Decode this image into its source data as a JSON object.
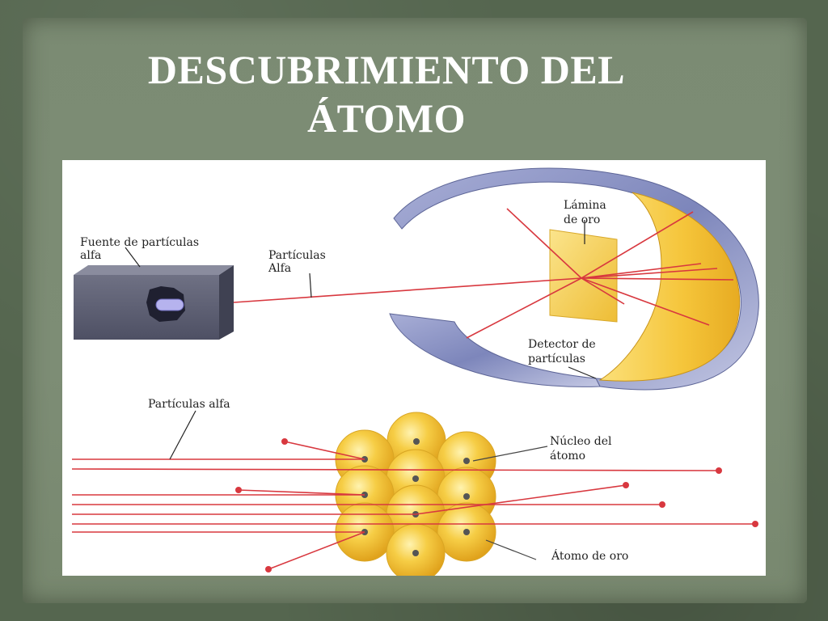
{
  "slide": {
    "title_line1": "DESCUBRIMIENTO DEL",
    "title_line2": "ÁTOMO"
  },
  "diagram": {
    "top": {
      "source_label_line1": "Fuente de partículas",
      "source_label_line2": "alfa",
      "alpha_label_line1": "Partículas",
      "alpha_label_line2": "Alfa",
      "foil_label_line1": "Lámina",
      "foil_label_line2": "de oro",
      "detector_label_line1": "Detector de",
      "detector_label_line2": "partículas"
    },
    "bottom": {
      "alpha_label": "Partículas alfa",
      "nucleus_label_line1": "Núcleo del",
      "nucleus_label_line2": "átomo",
      "gold_atom_label": "Átomo de oro"
    }
  },
  "colors": {
    "ray": "#d8383f",
    "gold": "#f2c230",
    "ring": "#8f97c4"
  }
}
